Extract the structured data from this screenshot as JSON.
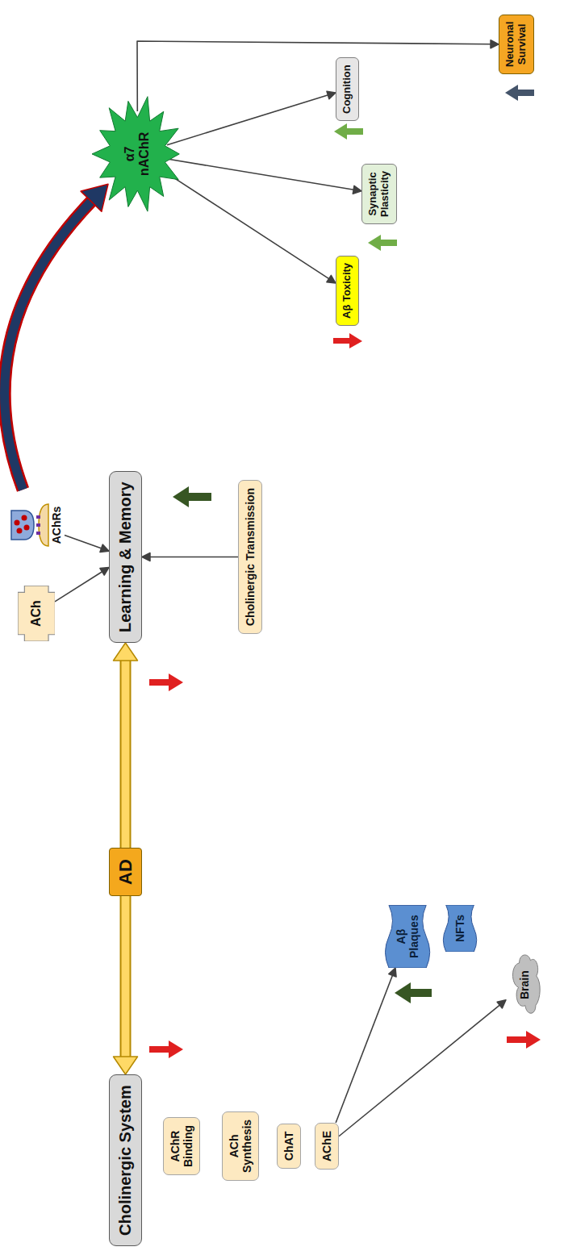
{
  "diagram": {
    "nodes": [
      {
        "text": [
          "Cholinergic System"
        ]
      },
      {
        "text": [
          "AChR Binding"
        ]
      },
      {
        "text": [
          "ACh Synthesis"
        ]
      },
      {
        "text": [
          "ChAT"
        ]
      },
      {
        "text": [
          "AChE"
        ]
      },
      {
        "text": [
          "AD"
        ]
      },
      {
        "text": [
          "ACh"
        ]
      },
      {
        "text": [
          "AChRs"
        ]
      },
      {
        "text": [
          "Learning & Memory"
        ]
      },
      {
        "text": [
          "Cholinergic Transmission"
        ]
      },
      {
        "text": [
          "α7 nAChR"
        ]
      },
      {
        "text": [
          "Aβ Toxicity"
        ]
      },
      {
        "text": [
          "Synaptic Plasticity"
        ]
      },
      {
        "text": [
          "Cognition"
        ]
      },
      {
        "text": [
          "Neuronal Survival"
        ]
      },
      {
        "text": [
          "Aβ Plaques"
        ]
      },
      {
        "text": [
          "NFTs"
        ]
      },
      {
        "text": [
          "Brain"
        ]
      }
    ],
    "edges": [
      {
        "from": 5,
        "to": 0,
        "arrow": "to"
      },
      {
        "from": 5,
        "to": 8,
        "arrow": "to"
      },
      {
        "from": 6,
        "to": 8,
        "arrow": "to"
      },
      {
        "from": 7,
        "to": 8,
        "arrow": "to"
      },
      {
        "from": 9,
        "to": 8,
        "arrow": "to"
      },
      {
        "from": 7,
        "to": 10,
        "arrow": "to"
      },
      {
        "from": 10,
        "to": 11,
        "arrow": "to"
      },
      {
        "from": 10,
        "to": 12,
        "arrow": "to"
      },
      {
        "from": 10,
        "to": 13,
        "arrow": "to"
      },
      {
        "from": 10,
        "to": 14,
        "arrow": "to"
      },
      {
        "from": 4,
        "to": 15,
        "arrow": "to"
      },
      {
        "from": 4,
        "to": 17,
        "arrow": "to"
      }
    ]
  }
}
